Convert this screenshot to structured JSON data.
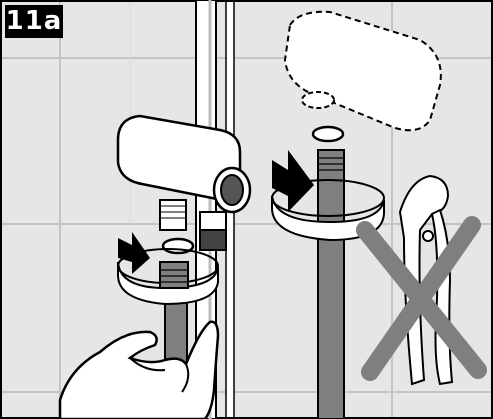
{
  "step": {
    "label": "11a"
  },
  "panels": [
    {
      "id": "install",
      "description_icon": "hand-tightening-connector-icon",
      "arrow_icon": "tighten-direction-arrow-icon"
    },
    {
      "id": "connector",
      "description_icon": "wall-connector-icon",
      "arrow_icon": "tighten-direction-arrow-icon"
    }
  ],
  "warning": {
    "icon": "no-pliers-icon",
    "cross_color": "#7f7f7f"
  },
  "colors": {
    "tile_bg": "#e6e6e6",
    "grout": "#c8c8c8",
    "hose": "#7f7f7f",
    "outline": "#000000"
  }
}
